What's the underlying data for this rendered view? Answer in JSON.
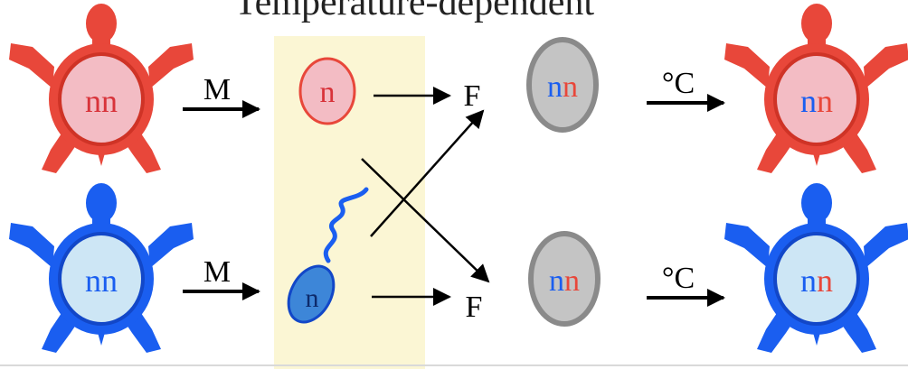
{
  "title": "Temperature-dependent",
  "colors": {
    "female_red": "#e8473a",
    "female_red_dark": "#cf3326",
    "female_shell": "#f3bcc4",
    "male_blue": "#1a5ef0",
    "male_blue_dark": "#1247c8",
    "male_shell": "#cde6f5",
    "highlight": "#fbf6d4",
    "zygote_fill": "#c4c4c4",
    "zygote_stroke": "#8a8a8a",
    "arrow": "#000000",
    "n_red": "#e8473a",
    "n_blue": "#1a5ef0"
  },
  "parents": {
    "female": {
      "genotype": "nn",
      "icon": "turtle-icon"
    },
    "male": {
      "genotype": "nn",
      "icon": "turtle-icon"
    }
  },
  "meiosis_label": "M",
  "gametes": {
    "egg": {
      "label": "n"
    },
    "sperm": {
      "label": "n"
    }
  },
  "fertilization_label": "F",
  "zygotes": [
    {
      "left": "n",
      "right": "n"
    },
    {
      "left": "n",
      "right": "n"
    }
  ],
  "temperature_label": "°C",
  "offspring": [
    {
      "left": "n",
      "right": "n",
      "icon": "turtle-icon"
    },
    {
      "left": "n",
      "right": "n",
      "icon": "turtle-icon"
    }
  ]
}
